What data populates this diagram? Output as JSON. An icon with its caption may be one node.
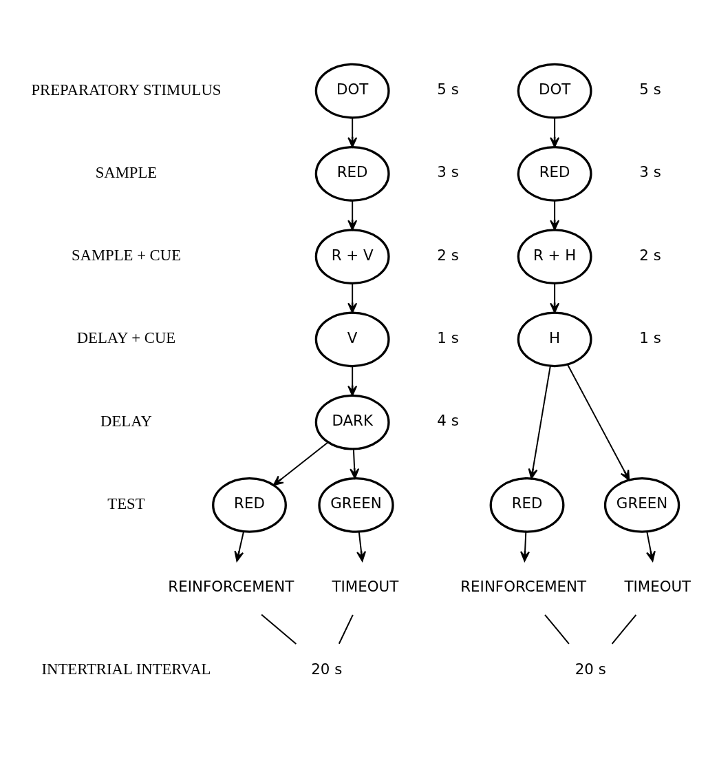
{
  "diagram": {
    "nodes": [
      {
        "text": [
          "DOT"
        ],
        "beside": [
          "5 s"
        ]
      },
      {
        "text": [
          "RED"
        ],
        "beside": [
          "3 s"
        ]
      },
      {
        "text": [
          "R + V"
        ],
        "beside": [
          "2 s"
        ]
      },
      {
        "text": [
          "V"
        ],
        "beside": [
          "1 s"
        ]
      },
      {
        "text": [
          "DARK"
        ],
        "beside": [
          "4 s"
        ]
      },
      {
        "text": [
          "RED"
        ]
      },
      {
        "text": [
          "GREEN"
        ]
      },
      {
        "text": [
          "REINFORCEMENT"
        ]
      },
      {
        "text": [
          "TIMEOUT"
        ]
      },
      {
        "text": [
          "20 s"
        ]
      },
      {
        "text": [
          "DOT"
        ],
        "beside": [
          "5 s"
        ]
      },
      {
        "text": [
          "RED"
        ],
        "beside": [
          "3 s"
        ]
      },
      {
        "text": [
          "R + H"
        ],
        "beside": [
          "2 s"
        ]
      },
      {
        "text": [
          "H"
        ],
        "beside": [
          "1 s"
        ]
      },
      {
        "text": [
          "RED"
        ]
      },
      {
        "text": [
          "GREEN"
        ]
      },
      {
        "text": [
          "REINFORCEMENT"
        ]
      },
      {
        "text": [
          "TIMEOUT"
        ]
      },
      {
        "text": [
          "20 s"
        ]
      }
    ],
    "edges": [
      {
        "from": 0,
        "to": 1,
        "arrow": "to"
      },
      {
        "from": 1,
        "to": 2,
        "arrow": "to"
      },
      {
        "from": 2,
        "to": 3,
        "arrow": "to"
      },
      {
        "from": 3,
        "to": 4,
        "arrow": "to"
      },
      {
        "from": 4,
        "to": 5,
        "arrow": "to"
      },
      {
        "from": 4,
        "to": 6,
        "arrow": "to"
      },
      {
        "from": 5,
        "to": 7,
        "arrow": "to"
      },
      {
        "from": 6,
        "to": 8,
        "arrow": "to"
      },
      {
        "from": 7,
        "to": 9,
        "arrow": "none"
      },
      {
        "from": 8,
        "to": 9,
        "arrow": "none"
      },
      {
        "from": 10,
        "to": 11,
        "arrow": "to"
      },
      {
        "from": 11,
        "to": 12,
        "arrow": "to"
      },
      {
        "from": 12,
        "to": 13,
        "arrow": "to"
      },
      {
        "from": 13,
        "to": 14,
        "arrow": "to"
      },
      {
        "from": 13,
        "to": 15,
        "arrow": "to"
      },
      {
        "from": 14,
        "to": 16,
        "arrow": "to"
      },
      {
        "from": 15,
        "to": 17,
        "arrow": "to"
      },
      {
        "from": 16,
        "to": 18,
        "arrow": "none"
      },
      {
        "from": 17,
        "to": 18,
        "arrow": "none"
      }
    ],
    "labels": [
      "PREPARATORY STIMULUS",
      "SAMPLE",
      "SAMPLE + CUE",
      "DELAY + CUE",
      "DELAY",
      "TEST",
      "INTERTRIAL INTERVAL"
    ]
  }
}
